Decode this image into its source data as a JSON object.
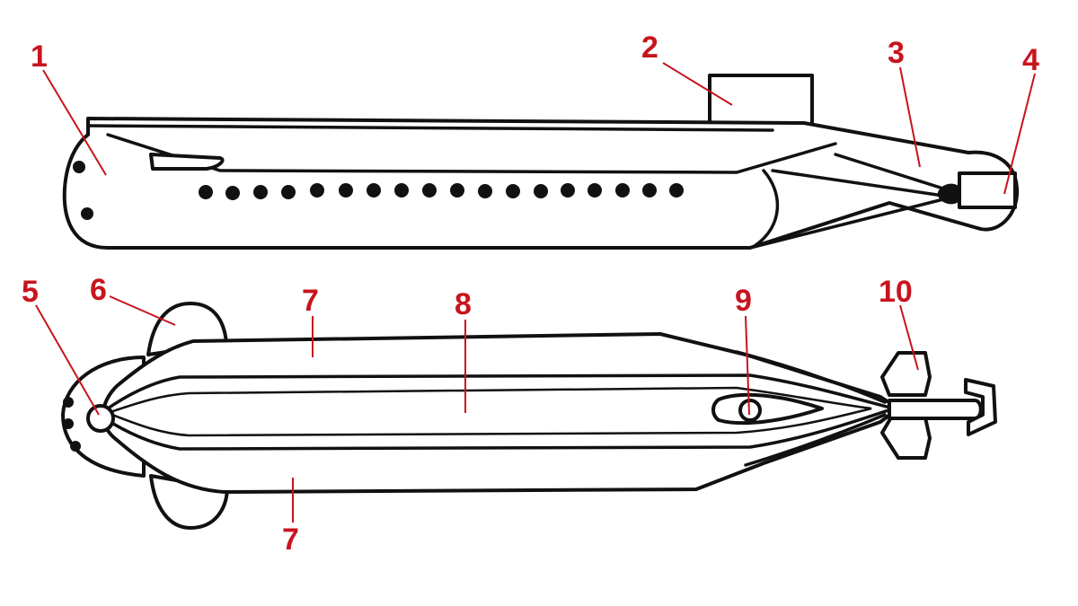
{
  "colors": {
    "outline": "#111111",
    "callout": "#c8141e",
    "background": "#ffffff"
  },
  "callouts": {
    "c1": "1",
    "c2": "2",
    "c3": "3",
    "c4": "4",
    "c5": "5",
    "c6": "6",
    "c7a": "7",
    "c7b": "7",
    "c8": "8",
    "c9": "9",
    "c10": "10"
  }
}
